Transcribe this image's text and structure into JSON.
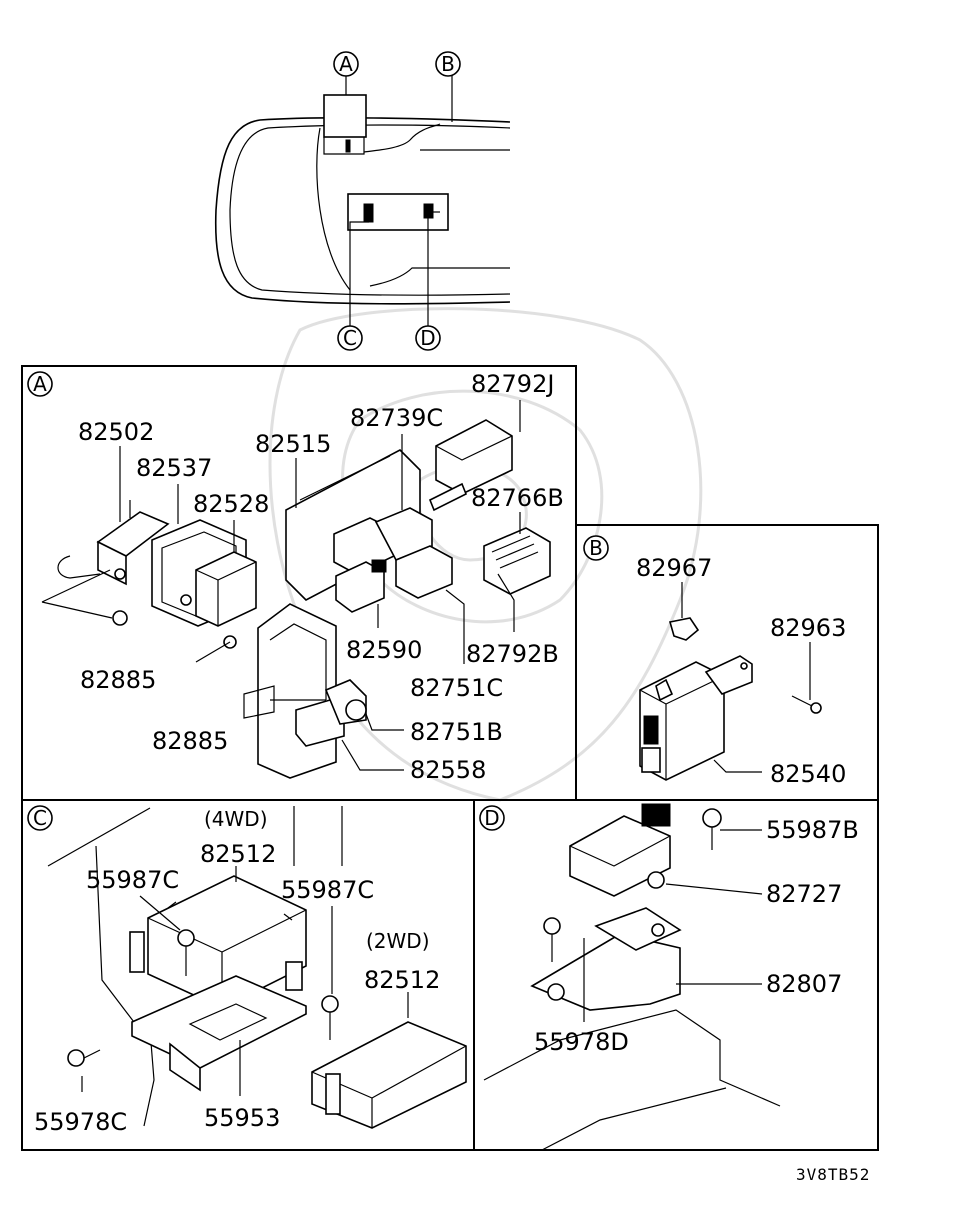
{
  "diagram_code": "3V8TB52",
  "locator_markers": {
    "a": "A",
    "b": "B",
    "c": "C",
    "d": "D"
  },
  "section_a": {
    "marker": "A",
    "labels": {
      "p82502": "82502",
      "p82537": "82537",
      "p82528": "82528",
      "p82515": "82515",
      "p82739c": "82739C",
      "p82792j": "82792J",
      "p82766b": "82766B",
      "p82885_1": "82885",
      "p82885_2": "82885",
      "p82590": "82590",
      "p82792b": "82792B",
      "p82751c": "82751C",
      "p82751b": "82751B",
      "p82558": "82558"
    }
  },
  "section_b": {
    "marker": "B",
    "labels": {
      "p82967": "82967",
      "p82963": "82963",
      "p82540": "82540"
    }
  },
  "section_c": {
    "marker": "C",
    "labels": {
      "wd4": "(4WD)",
      "p82512_4wd": "82512",
      "p55987c_1": "55987C",
      "p55987c_2": "55987C",
      "wd2": "(2WD)",
      "p82512_2wd": "82512",
      "p55978c": "55978C",
      "p55953": "55953"
    }
  },
  "section_d": {
    "marker": "D",
    "labels": {
      "p55987b": "55987B",
      "p82727": "82727",
      "p82807": "82807",
      "p55978d": "55978D"
    }
  }
}
